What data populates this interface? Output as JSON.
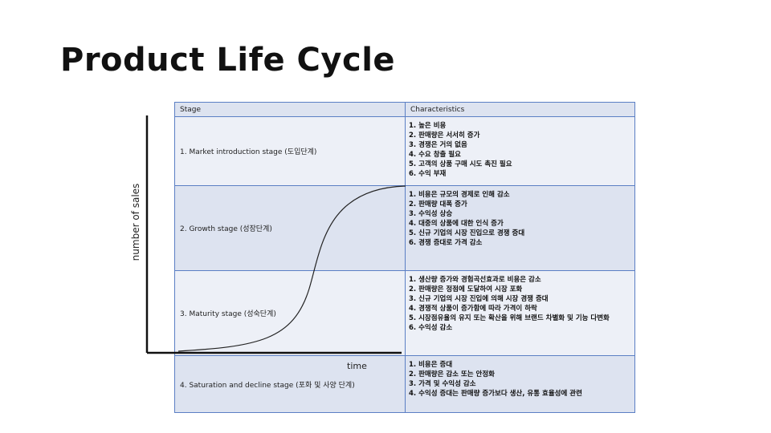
{
  "title": "Product Life Cycle",
  "axis": {
    "y_label": "number of sales",
    "x_label": "time"
  },
  "table": {
    "headers": {
      "stage": "Stage",
      "characteristics": "Characteristics"
    },
    "rows": [
      {
        "stage": "1. Market introduction stage (도입단계)",
        "characteristics": [
          "1. 높은 비용",
          "2. 판매량은 서서히 증가",
          "3. 경쟁은 거의 없음",
          "4. 수요 창출 필요",
          "5. 고객의 상품 구매 시도 촉진 필요",
          "6. 수익 부재"
        ]
      },
      {
        "stage": "2. Growth stage (성장단계)",
        "characteristics": [
          "1. 비용은 규모의 경제로 인해 감소",
          "2. 판매량 대폭 증가",
          "3. 수익성 상승",
          "4. 대중의 상품에 대한 인식 증가",
          "5. 신규 기업의 시장 진입으로 경쟁 증대",
          "6. 경쟁 증대로 가격 감소"
        ]
      },
      {
        "stage": "3. Maturity stage (성숙단계)",
        "characteristics": [
          "1. 생산량 증가와 경험곡선효과로 비용은 감소",
          "2. 판매량은 정점에 도달하여 시장 포화",
          "3. 신규 기업의 시장 진입에 의해 시장 경쟁 증대",
          "4. 경쟁적 상품이 증가함에 따라 가격이 하락",
          "5. 시장점유율의 유지 또는 확산을 위해 브랜드 차별화 및 기능 다변화",
          "6. 수익성 감소"
        ]
      },
      {
        "stage": "4. Saturation and decline stage (포화 및 사양 단계)",
        "characteristics": [
          "1. 비용은 증대",
          "2. 판매량은 감소 또는 안정화",
          "3. 가격 및 수익성 감소",
          "4. 수익성 증대는 판매량 증가보다 생산, 유통 효율성에 관련"
        ]
      }
    ]
  },
  "colors": {
    "border": "#5b7fc4",
    "cell_dark": "#dde3f0",
    "cell_light": "#edf0f7",
    "curve": "#222222"
  }
}
